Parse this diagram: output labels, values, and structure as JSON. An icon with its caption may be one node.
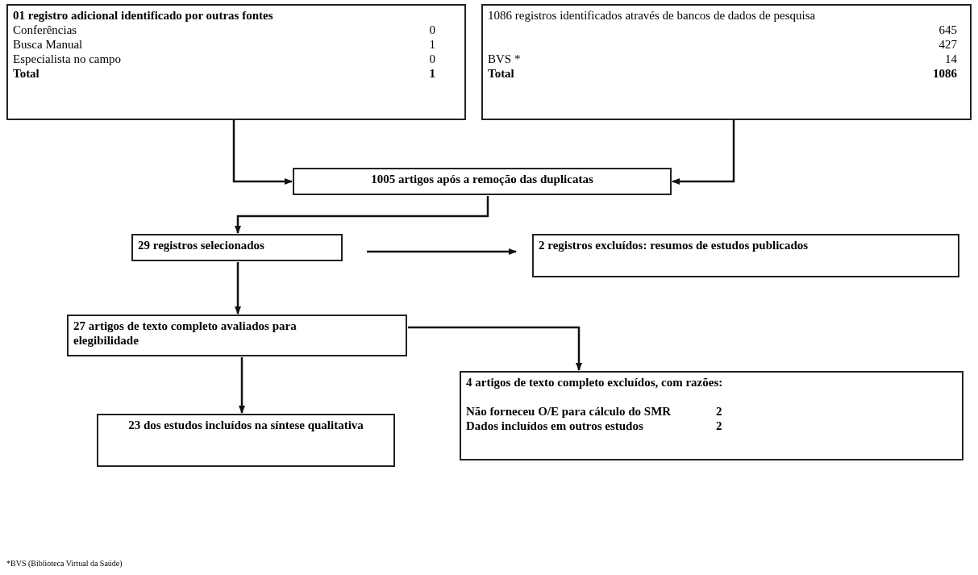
{
  "diagram": {
    "nodes": [
      {
        "text": [
          "01 registro adicional identificado por outras fontes",
          "Conferências",
          "0",
          "Busca Manual",
          "1",
          "Especialista no campo",
          "0",
          "Total",
          "1"
        ]
      },
      {
        "text": [
          "1086 registros identificados através de bancos de dados de pesquisa",
          "645",
          "427",
          "BVS *",
          "14",
          "Total",
          "1086"
        ]
      },
      {
        "text": [
          "1005 artigos após a remoção das duplicatas"
        ]
      },
      {
        "text": [
          "29 registros selecionados"
        ]
      },
      {
        "text": [
          "2 registros excluídos: resumos de estudos publicados"
        ]
      },
      {
        "text": [
          "27 artigos de texto completo avaliados para elegibilidade"
        ]
      },
      {
        "text": [
          "4 artigos de texto completo excluídos, com razões:",
          "Não forneceu O/E para cálculo do SMR",
          "2",
          "Dados incluídos em outros estudos",
          "2"
        ]
      },
      {
        "text": [
          "23 dos estudos incluídos na síntese qualitativa"
        ]
      }
    ],
    "edges": [
      {
        "from": 0,
        "to": 2,
        "arrow": "to"
      },
      {
        "from": 1,
        "to": 2,
        "arrow": "to"
      },
      {
        "from": 2,
        "to": 3,
        "arrow": "to"
      },
      {
        "from": 3,
        "to": 4,
        "arrow": "to"
      },
      {
        "from": 3,
        "to": 5,
        "arrow": "to"
      },
      {
        "from": 5,
        "to": 6,
        "arrow": "to"
      },
      {
        "from": 5,
        "to": 7,
        "arrow": "to"
      }
    ],
    "labels": [
      "*BVS (Biblioteca Virtual da Saúde)"
    ]
  }
}
